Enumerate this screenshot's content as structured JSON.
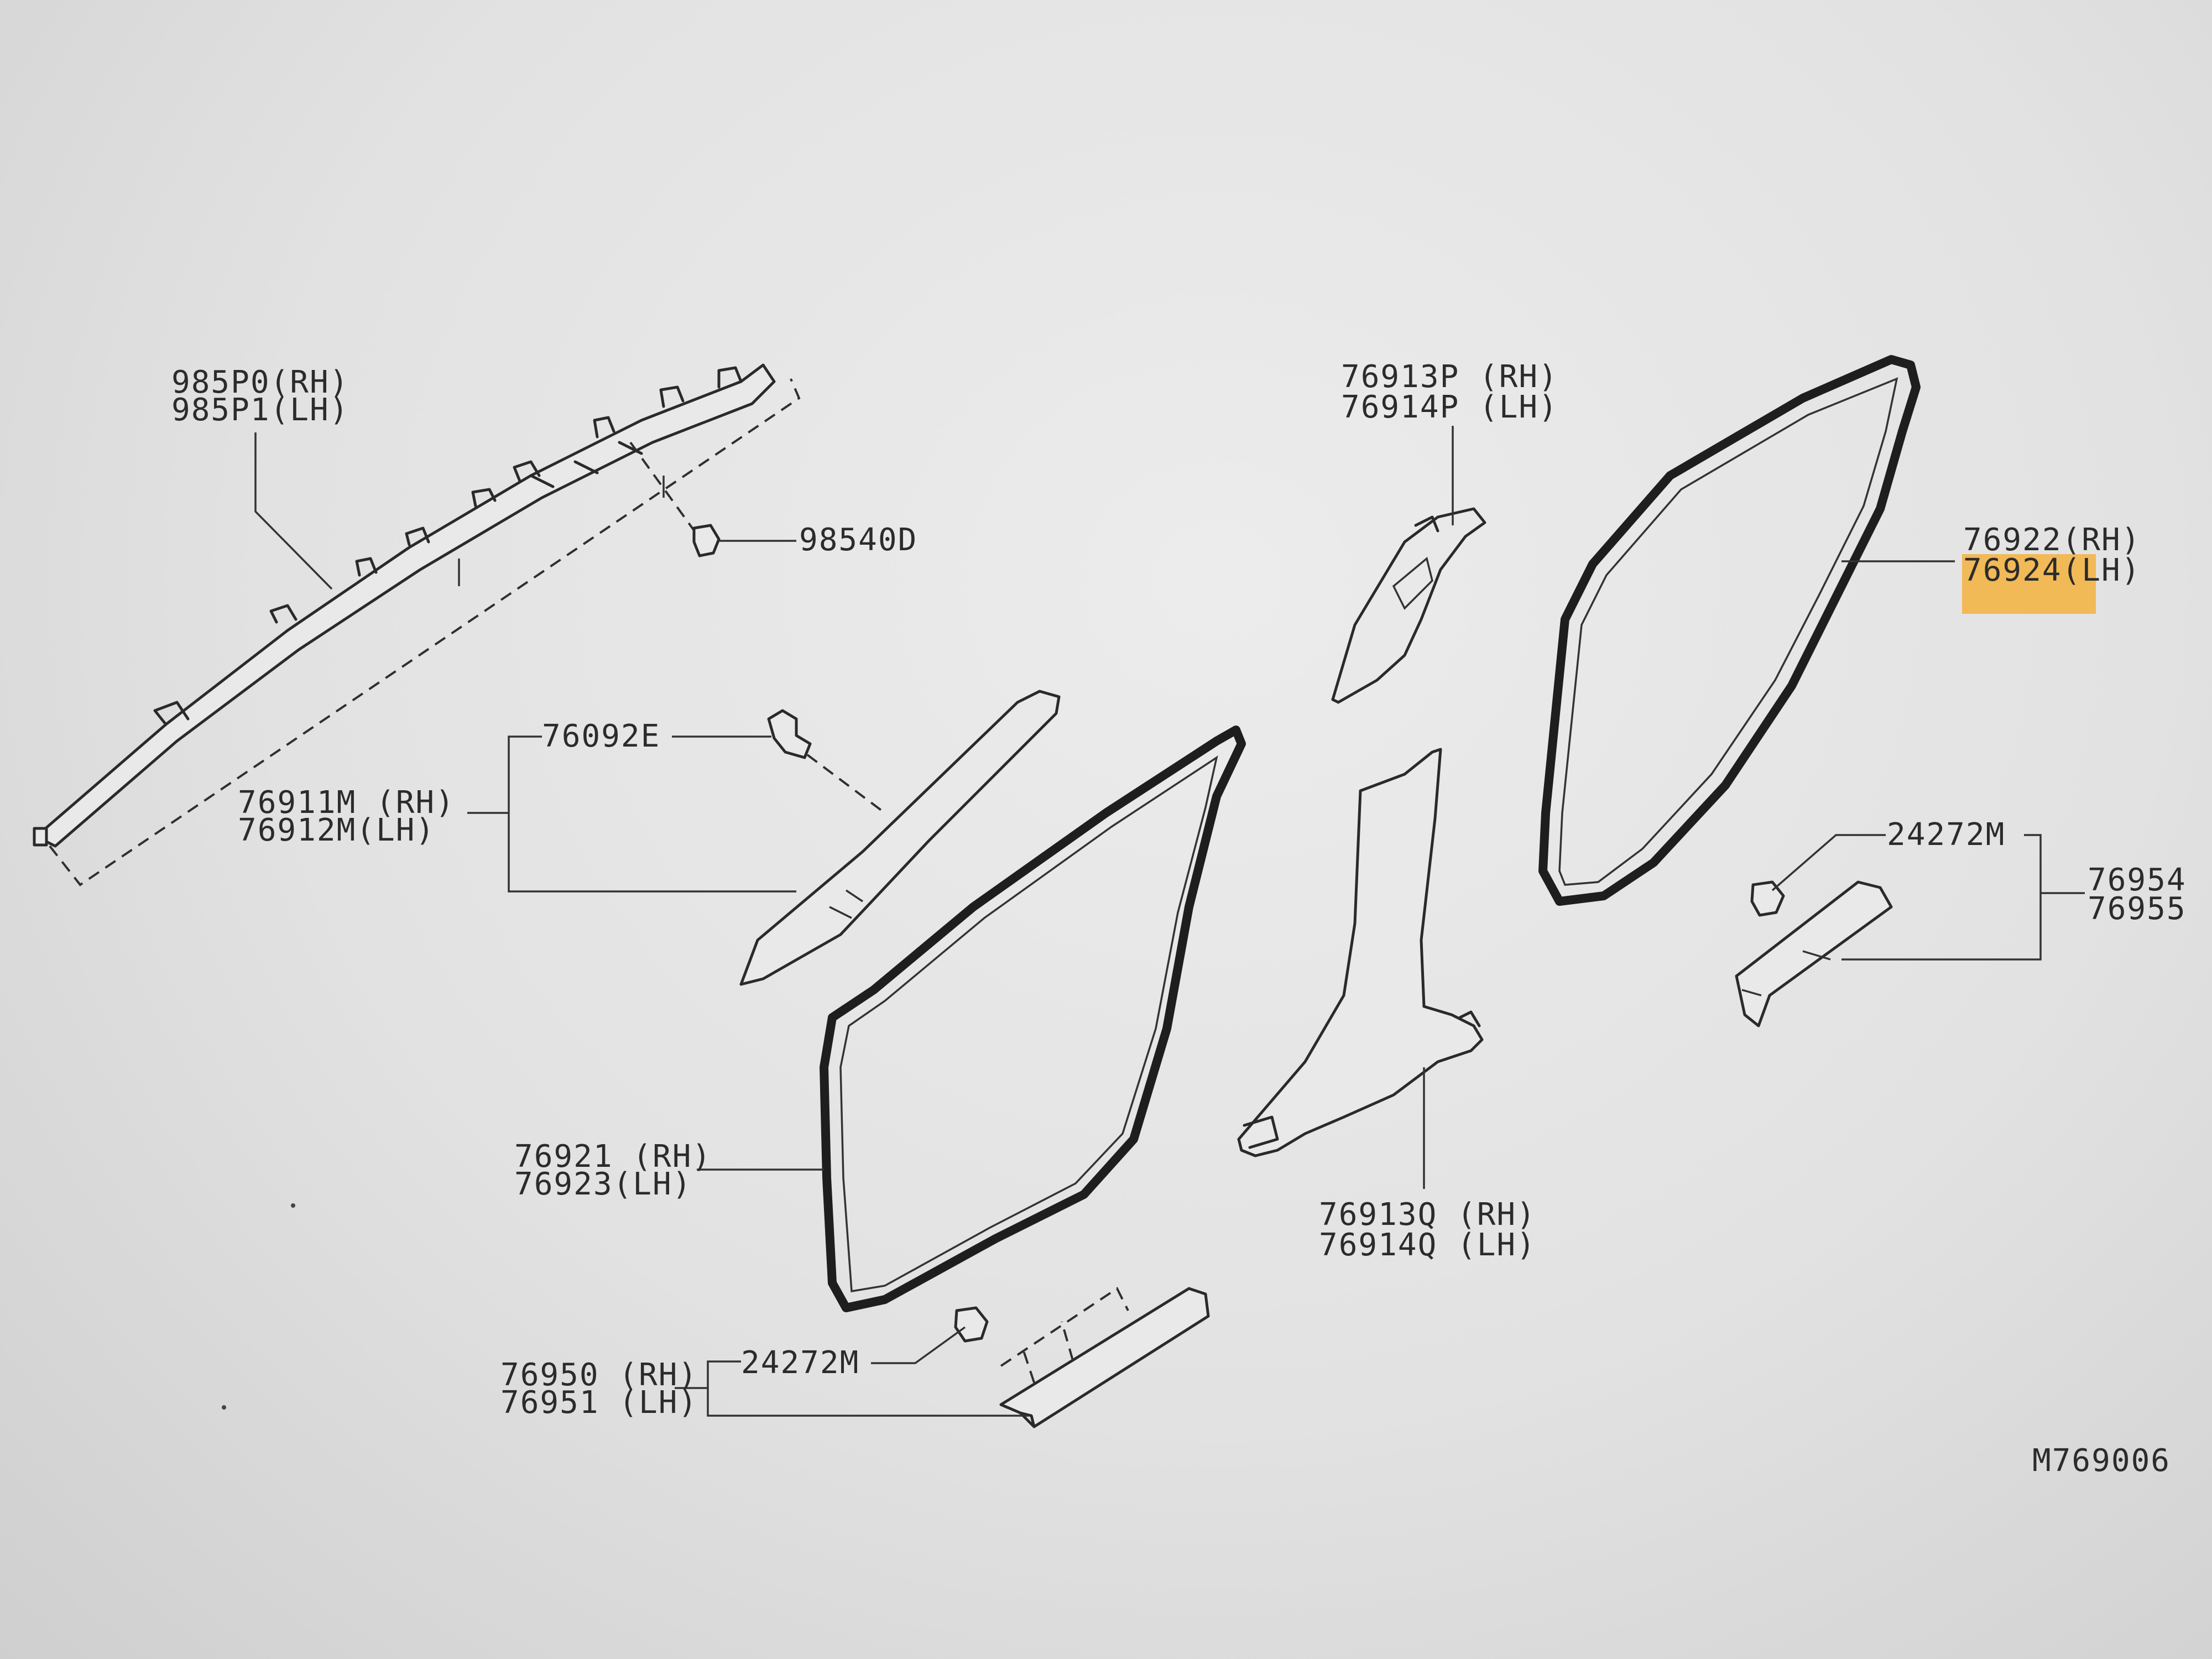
{
  "diagram": {
    "labels": {
      "curtain_airbag_rh": "985P0(RH)",
      "curtain_airbag_lh": "985P1(LH)",
      "airbag_clip": "98540D",
      "clip_76092e": "76092E",
      "a_pillar_rh": "76911M (RH)",
      "a_pillar_lh": "76912M(LH)",
      "b_pillar_upper_rh": "76913P (RH)",
      "b_pillar_upper_lh": "76914P (LH)",
      "rear_weatherstrip_rh": "76922(RH)",
      "rear_weatherstrip_lh": "76924(LH)",
      "front_weatherstrip_rh": "76921 (RH)",
      "front_weatherstrip_lh": "76923(LH)",
      "b_pillar_lower_rh": "76913Q (RH)",
      "b_pillar_lower_lh": "76914Q (LH)",
      "clip_24272m_front": "24272M",
      "clip_24272m_rear": "24272M",
      "front_kicking_plate_rh": "76950 (RH)",
      "front_kicking_plate_lh": "76951 (LH)",
      "rear_kicking_plate_rh": "76954 (",
      "rear_kicking_plate_lh": "76955 (",
      "figure_code": "M769006"
    },
    "highlight_color": "#f4b23e",
    "highlighted_part": "76924(LH)"
  }
}
